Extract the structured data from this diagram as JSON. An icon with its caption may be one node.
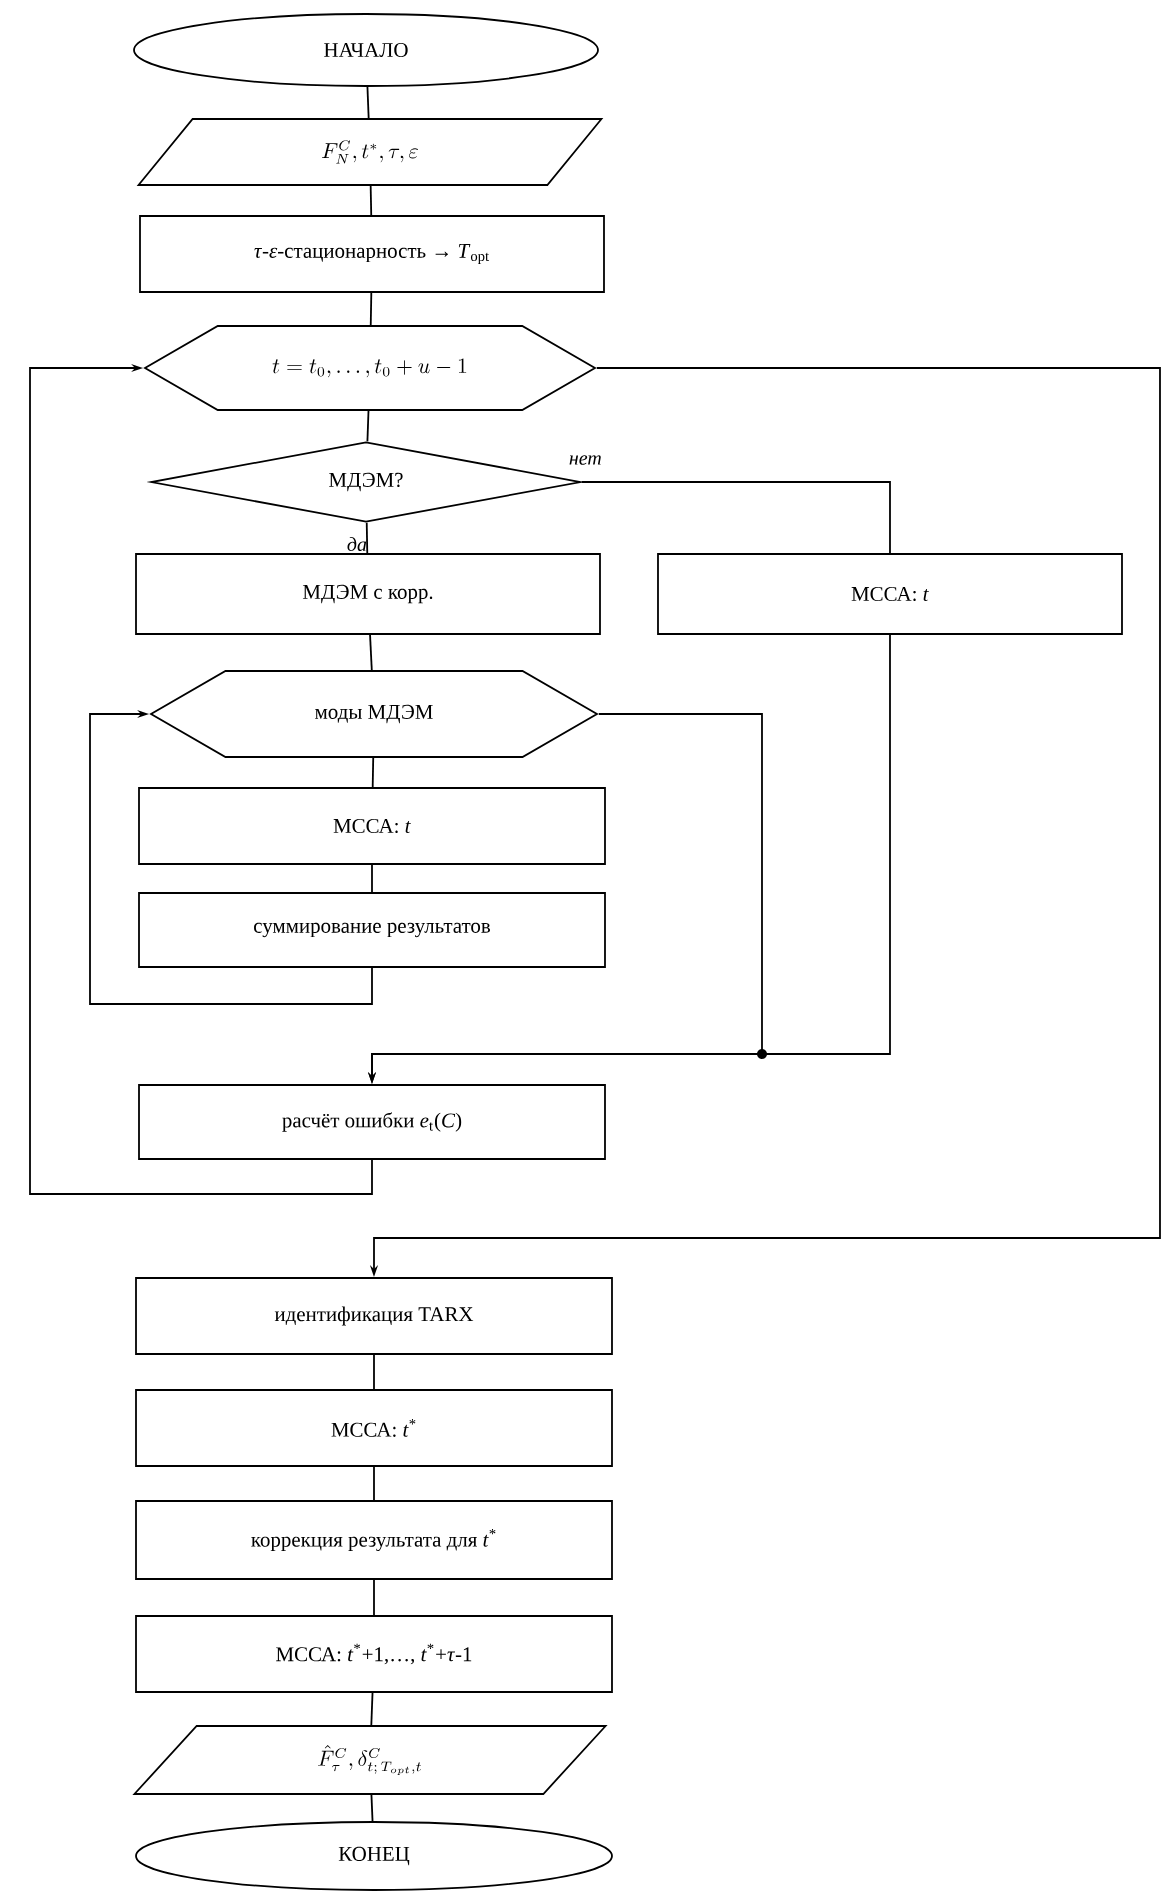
{
  "diagram": {
    "nodes": [
      {
        "text": [
          "НАЧАЛО"
        ]
      },
      {
        "text": [
          "F_N^C, t^*, \\tau, \\varepsilon"
        ]
      },
      {
        "text": [
          "*τ*-*ε*-стационарность → *T*$_{opt}$"
        ]
      },
      {
        "text": [
          "t = t_0, \\ldots, t_0 + u - 1"
        ]
      },
      {
        "text": [
          "МДЭМ?"
        ]
      },
      {
        "text": [
          "МДЭМ с корр."
        ]
      },
      {
        "text": [
          "МССА: *t*"
        ]
      },
      {
        "text": [
          "моды МДЭМ"
        ]
      },
      {
        "text": [
          "МССА: *t*"
        ]
      },
      {
        "text": [
          "суммирование результатов"
        ]
      },
      {
        "text": [
          "расчёт ошибки *e*$_{t}$(*C*)"
        ]
      },
      {
        "text": [
          "идентификация TARX"
        ]
      },
      {
        "text": [
          "МССА: *t*$^{*}$"
        ]
      },
      {
        "text": [
          "коррекция результата для *t*$^{*}$"
        ]
      },
      {
        "text": [
          "МССА: *t*$^{*}$+1,…, *t*$^{*}$+*τ*-1"
        ]
      },
      {
        "text": [
          "\\hat{F}_{\\tau}^{C}, \\delta_{t;\\,T_{opt},t}^{C}"
        ]
      },
      {
        "text": [
          "КОНЕЦ"
        ]
      }
    ],
    "edges": [
      {
        "from": 0,
        "to": 1,
        "arrow": "none"
      },
      {
        "from": 1,
        "to": 2,
        "arrow": "none"
      },
      {
        "from": 2,
        "to": 3,
        "arrow": "none"
      },
      {
        "from": 3,
        "to": 4,
        "arrow": "none"
      },
      {
        "from": 4,
        "to": 5,
        "arrow": "none",
        "label": "да"
      },
      {
        "from": 4,
        "to": 6,
        "arrow": "none",
        "label": "нет"
      },
      {
        "from": 5,
        "to": 7,
        "arrow": "none"
      },
      {
        "from": 7,
        "to": 8,
        "arrow": "none"
      },
      {
        "from": 8,
        "to": 9,
        "arrow": "none"
      },
      {
        "from": 9,
        "to": 7,
        "arrow": "to"
      },
      {
        "from": 7,
        "to": 10,
        "arrow": "to"
      },
      {
        "from": 6,
        "to": 10,
        "arrow": "to"
      },
      {
        "from": 10,
        "to": 3,
        "arrow": "to"
      },
      {
        "from": 3,
        "to": 11,
        "arrow": "to"
      },
      {
        "from": 11,
        "to": 12,
        "arrow": "none"
      },
      {
        "from": 12,
        "to": 13,
        "arrow": "none"
      },
      {
        "from": 13,
        "to": 14,
        "arrow": "none"
      },
      {
        "from": 14,
        "to": 15,
        "arrow": "none"
      },
      {
        "from": 15,
        "to": 16,
        "arrow": "none"
      }
    ]
  }
}
